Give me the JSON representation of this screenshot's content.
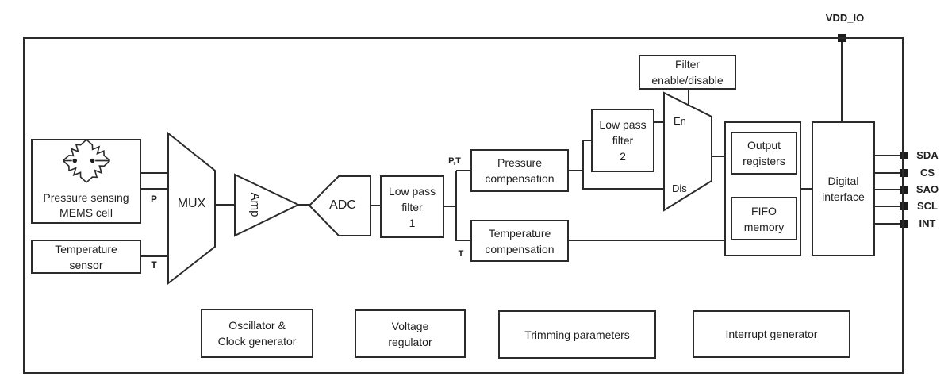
{
  "diagram": {
    "power_pin": "VDD_IO",
    "pins": [
      "SDA",
      "CS",
      "SAO",
      "SCL",
      "INT"
    ],
    "signals": {
      "p": "P",
      "t": "T",
      "pt": "P,T",
      "t2": "T",
      "en": "En",
      "dis": "Dis"
    },
    "blocks": {
      "pressure_mems": {
        "l1": "Pressure sensing",
        "l2": "MEMS cell"
      },
      "temperature_sensor": {
        "l1": "Temperature",
        "l2": "sensor"
      },
      "mux": "MUX",
      "amp": "Amp",
      "adc": "ADC",
      "lpf1": {
        "l1": "Low pass",
        "l2": "filter",
        "l3": "1"
      },
      "pressure_comp": {
        "l1": "Pressure",
        "l2": "compensation"
      },
      "temperature_comp": {
        "l1": "Temperature",
        "l2": "compensation"
      },
      "lpf2": {
        "l1": "Low pass",
        "l2": "filter",
        "l3": "2"
      },
      "filter_enable": {
        "l1": "Filter",
        "l2": "enable/disable"
      },
      "output_registers": {
        "l1": "Output",
        "l2": "registers"
      },
      "fifo_memory": {
        "l1": "FIFO",
        "l2": "memory"
      },
      "digital_interface": {
        "l1": "Digital",
        "l2": "interface"
      },
      "oscillator": {
        "l1": "Oscillator &",
        "l2": "Clock generator"
      },
      "voltage_regulator": {
        "l1": "Voltage",
        "l2": "regulator"
      },
      "trimming": "Trimming parameters",
      "interrupt": "Interrupt generator"
    },
    "colors": {
      "line": "#2b2b2b",
      "text": "#1f1f1f",
      "background": "#ffffff"
    }
  }
}
